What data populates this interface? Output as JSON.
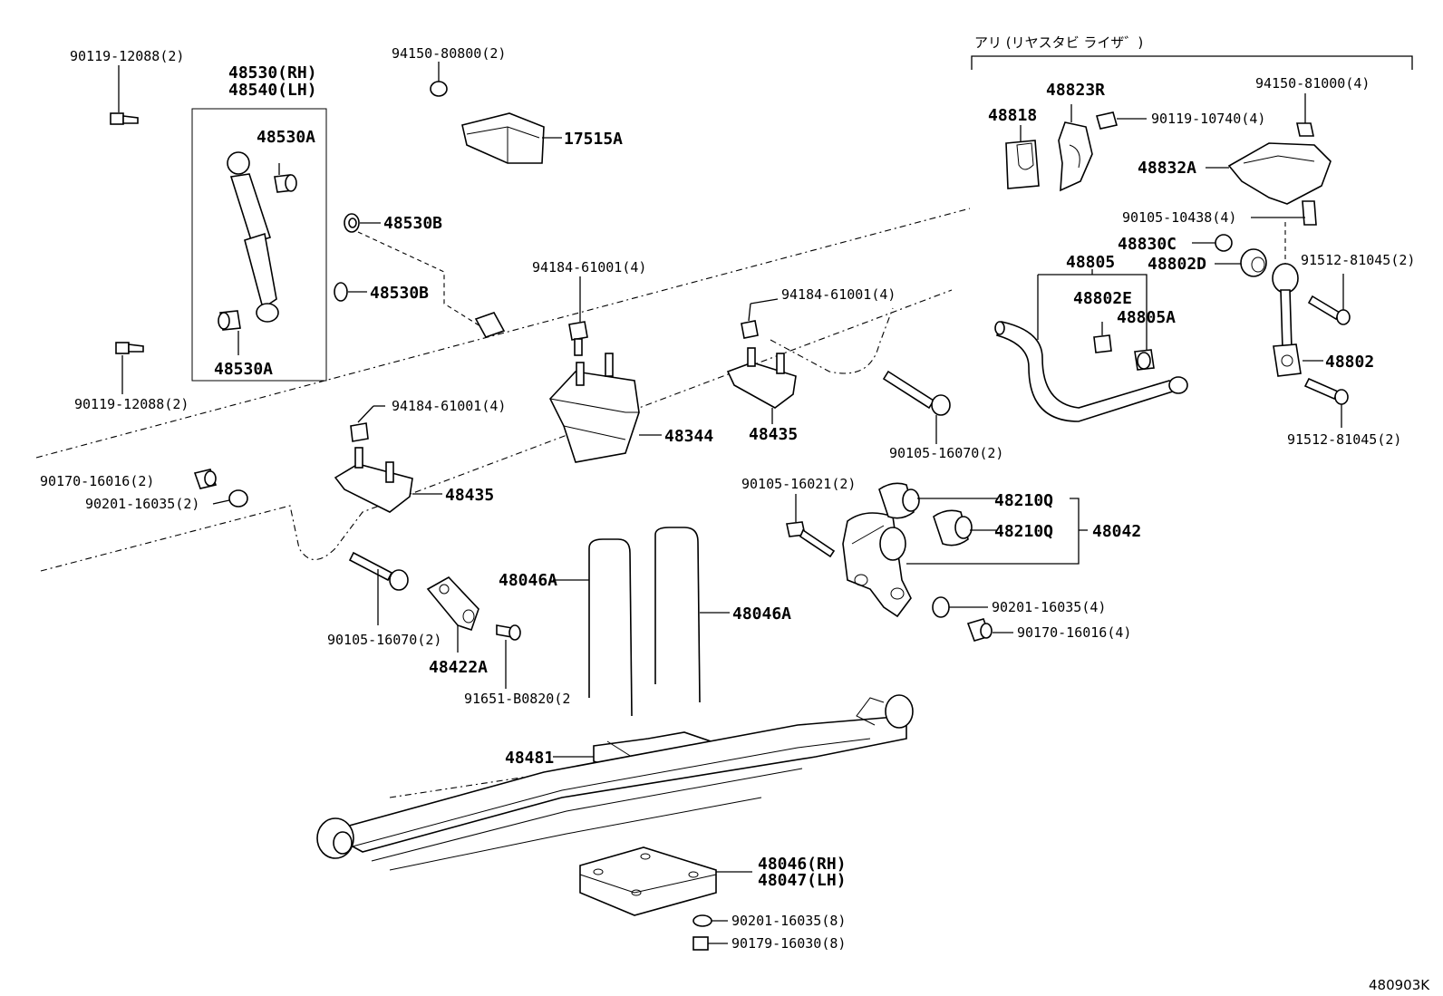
{
  "diagram_code": "480903K",
  "option_header": "アリ (リヤスタビ ライザ゛)",
  "labels": {
    "l_90119_12088_top": "90119-12088(2)",
    "l_48530_rh": "48530(RH)",
    "l_48540_lh": "48540(LH)",
    "l_48530a_top": "48530A",
    "l_48530a_bot": "48530A",
    "l_90119_12088_bot": "90119-12088(2)",
    "l_94150_80800": "94150-80800(2)",
    "l_17515a": "17515A",
    "l_48530b_1": "48530B",
    "l_48530b_2": "48530B",
    "l_94184_a": "94184-61001(4)",
    "l_94184_b": "94184-61001(4)",
    "l_94184_c": "94184-61001(4)",
    "l_48344": "48344",
    "l_48435_r": "48435",
    "l_48435_l": "48435",
    "l_90170_16016_l": "90170-16016(2)",
    "l_90201_16035_l": "90201-16035(2)",
    "l_90105_16070_r": "90105-16070(2)",
    "l_90105_16070_l": "90105-16070(2)",
    "l_48422a": "48422A",
    "l_91651_b0820": "91651-B0820(2",
    "l_48046a_1": "48046A",
    "l_48046a_2": "48046A",
    "l_48481": "48481",
    "l_48046_rh": "48046(RH)",
    "l_48047_lh": "48047(LH)",
    "l_90201_16035_8": "90201-16035(8)",
    "l_90179_16030_8": "90179-16030(8)",
    "l_90105_16021": "90105-16021(2)",
    "l_48210q_1": "48210Q",
    "l_48210q_2": "48210Q",
    "l_48042": "48042",
    "l_90201_16035_4": "90201-16035(4)",
    "l_90170_16016_4": "90170-16016(4)",
    "l_48818": "48818",
    "l_48823r": "48823R",
    "l_90119_10740": "90119-10740(4)",
    "l_94150_81000": "94150-81000(4)",
    "l_48832a": "48832A",
    "l_90105_10438": "90105-10438(4)",
    "l_48830c": "48830C",
    "l_48805": "48805",
    "l_48802d": "48802D",
    "l_91512_81045_top": "91512-81045(2)",
    "l_48802e": "48802E",
    "l_48805a": "48805A",
    "l_48802": "48802",
    "l_91512_81045_bot": "91512-81045(2)"
  }
}
